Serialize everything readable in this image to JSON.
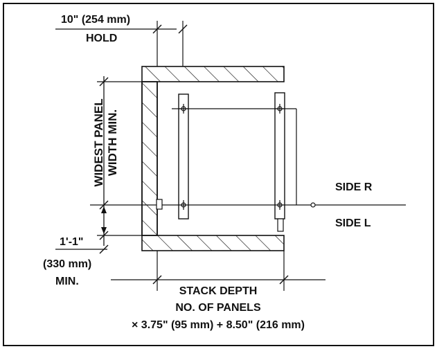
{
  "labels": {
    "hold_dimension": "10\" (254 mm)",
    "hold": "HOLD",
    "widest_panel": "WIDEST PANEL",
    "width_min": "WIDTH MIN.",
    "side_r": "SIDE R",
    "side_l": "SIDE L",
    "min_clearance_ft": "1'-1\"",
    "min_clearance_mm": "(330 mm)",
    "min": "MIN.",
    "stack_depth": "STACK DEPTH",
    "no_of_panels": "NO. OF PANELS",
    "formula": "× 3.75\" (95 mm) + 8.50\" (216 mm)"
  },
  "colors": {
    "ink": "#111111",
    "background": "#ffffff"
  }
}
